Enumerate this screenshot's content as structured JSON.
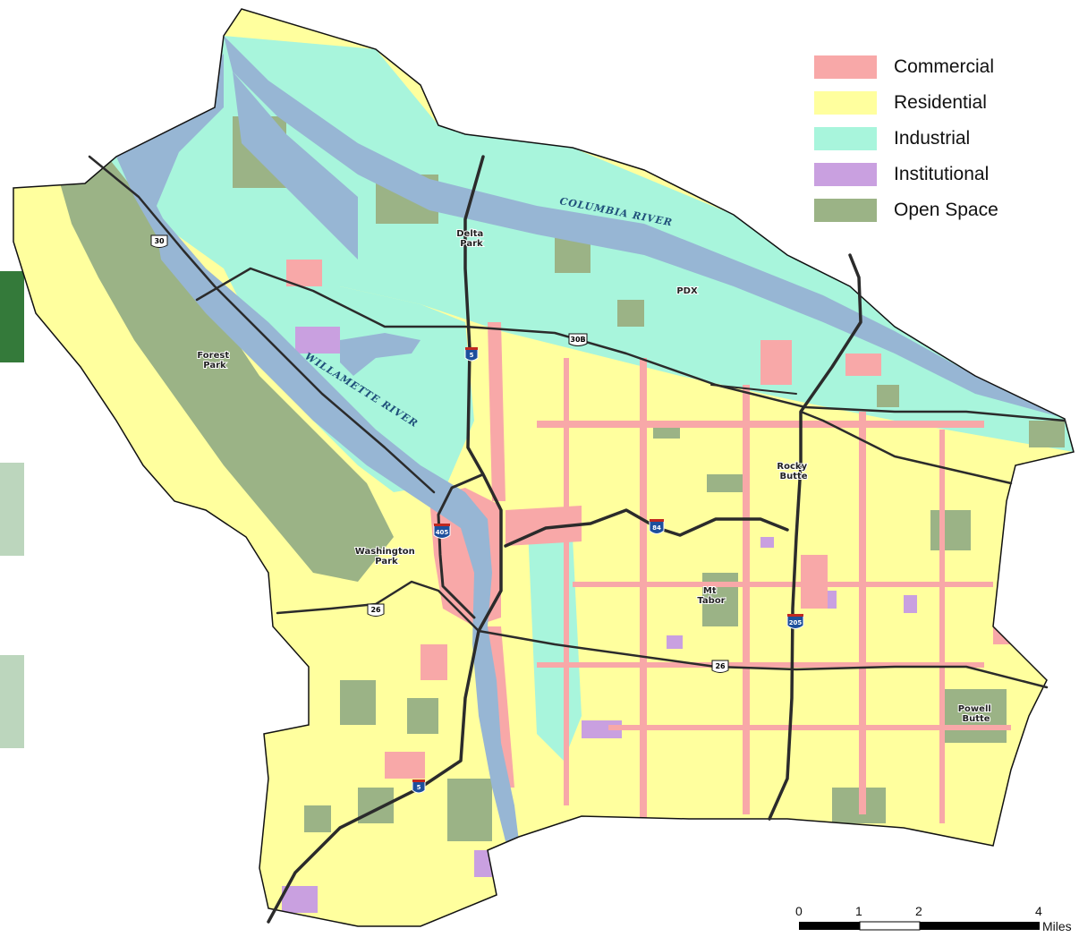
{
  "legend": {
    "items": [
      {
        "label": "Commercial",
        "color": "#f8a8a8"
      },
      {
        "label": "Residential",
        "color": "#ffff9e"
      },
      {
        "label": "Industrial",
        "color": "#a8f5dc"
      },
      {
        "label": "Institutional",
        "color": "#c9a0e0"
      },
      {
        "label": "Open Space",
        "color": "#9bb386"
      }
    ]
  },
  "rivers": {
    "columbia": "COLUMBIA RIVER",
    "willamette": "WILLAMETTE RIVER"
  },
  "places": {
    "delta_park": [
      "Delta",
      "Park"
    ],
    "pdx": "PDX",
    "forest_park": [
      "Forest",
      "Park"
    ],
    "rocky_butte": [
      "Rocky",
      "Butte"
    ],
    "washington_park": [
      "Washington",
      "Park"
    ],
    "mt_tabor": [
      "Mt",
      "Tabor"
    ],
    "powell_butte": [
      "Powell",
      "Butte"
    ]
  },
  "routes": {
    "i5_north": "5",
    "i5_south": "5",
    "i405": "405",
    "i84": "84",
    "i205": "205",
    "us30": "30",
    "us30b": "30B",
    "us26_west": "26",
    "us26_east": "26"
  },
  "scale_bar": {
    "ticks": [
      "0",
      "1",
      "2",
      "4"
    ],
    "unit": "Miles"
  },
  "colors": {
    "water": "#97b6d4",
    "road": "#2b2b2b",
    "interstate_shield": "#1d4f9c",
    "side_dark_green": "#347a3a",
    "side_light_green": "#bcd6bd"
  }
}
